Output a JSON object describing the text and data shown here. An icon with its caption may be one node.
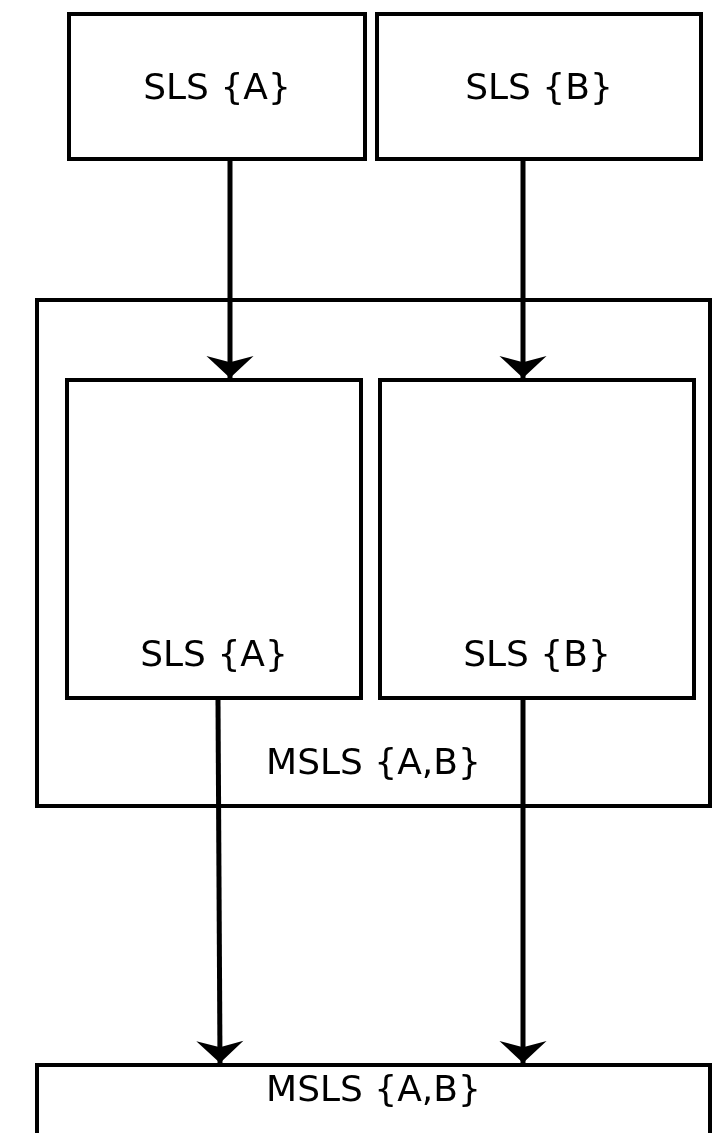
{
  "diagram": {
    "nodes": [
      {
        "text": [
          "SLS {A}"
        ]
      },
      {
        "text": [
          "SLS {B}"
        ]
      },
      {
        "text": [
          "MSLS {A,B}"
        ]
      },
      {
        "text": [
          "SLS {A}"
        ],
        "in": 2
      },
      {
        "text": [
          "SLS {B}"
        ],
        "in": 2
      },
      {
        "text": [
          "MSLS {A,B}"
        ]
      }
    ],
    "edges": [
      {
        "from": 0,
        "to": 3,
        "arrow": "to"
      },
      {
        "from": 1,
        "to": 4,
        "arrow": "to"
      },
      {
        "from": 3,
        "to": 5,
        "arrow": "to"
      },
      {
        "from": 4,
        "to": 5,
        "arrow": "to"
      }
    ]
  }
}
